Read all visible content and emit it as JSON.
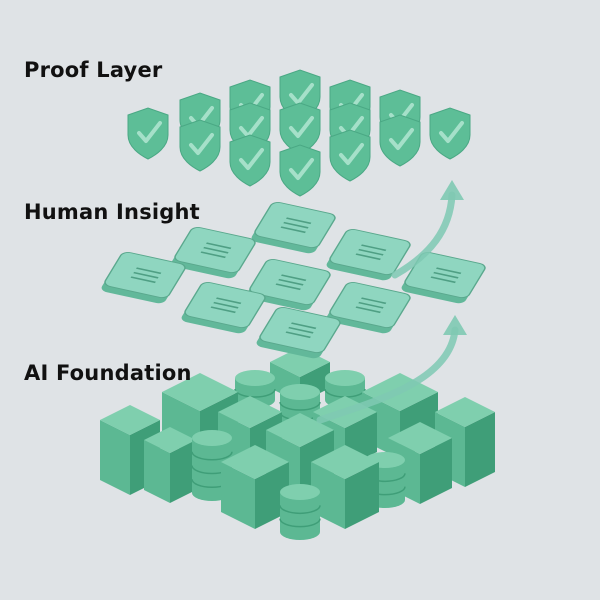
{
  "layers": {
    "proof": "Proof Layer",
    "human": "Human Insight",
    "ai": "AI Foundation"
  },
  "colors": {
    "background": "#dfe3e6",
    "shield": "#5dbe97",
    "tablet": "#8fd6c0",
    "cube_top": "#7fcfae",
    "cube_left": "#5cb893",
    "cube_right": "#3f9e78",
    "arrow": "#7fc9b3",
    "text": "#111111"
  }
}
